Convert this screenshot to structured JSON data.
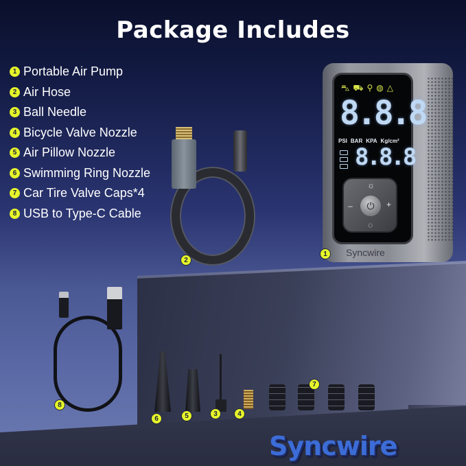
{
  "title": "Package Includes",
  "items": [
    {
      "num": "1",
      "label": "Portable Air Pump"
    },
    {
      "num": "2",
      "label": "Air Hose"
    },
    {
      "num": "3",
      "label": "Ball Needle"
    },
    {
      "num": "4",
      "label": "Bicycle Valve Nozzle"
    },
    {
      "num": "5",
      "label": "Air Pillow Nozzle"
    },
    {
      "num": "6",
      "label": "Swimming Ring Nozzle"
    },
    {
      "num": "7",
      "label": "Car Tire Valve Caps*4"
    },
    {
      "num": "8",
      "label": "USB to Type-C Cable"
    }
  ],
  "pump": {
    "mode_icons": [
      "car-icon",
      "motorcycle-icon",
      "bicycle-icon",
      "ball-icon",
      "custom-icon"
    ],
    "display_main": "8.8.8",
    "display_secondary": "8.8.8",
    "units": [
      "PSI",
      "BAR",
      "KPA",
      "Kg/cm²"
    ],
    "keys": {
      "light": "☼",
      "minus": "–",
      "plus": "+",
      "power": "⏻",
      "mode": "◌"
    },
    "brand": "Syncwire"
  },
  "badges": [
    "1",
    "2",
    "3",
    "4",
    "5",
    "6",
    "7",
    "8"
  ],
  "stage_brand": "Syncwire",
  "colors": {
    "accent": "#e6f52a",
    "brand_blue": "#3c6cd6",
    "lcd": "#bfd8f4"
  }
}
